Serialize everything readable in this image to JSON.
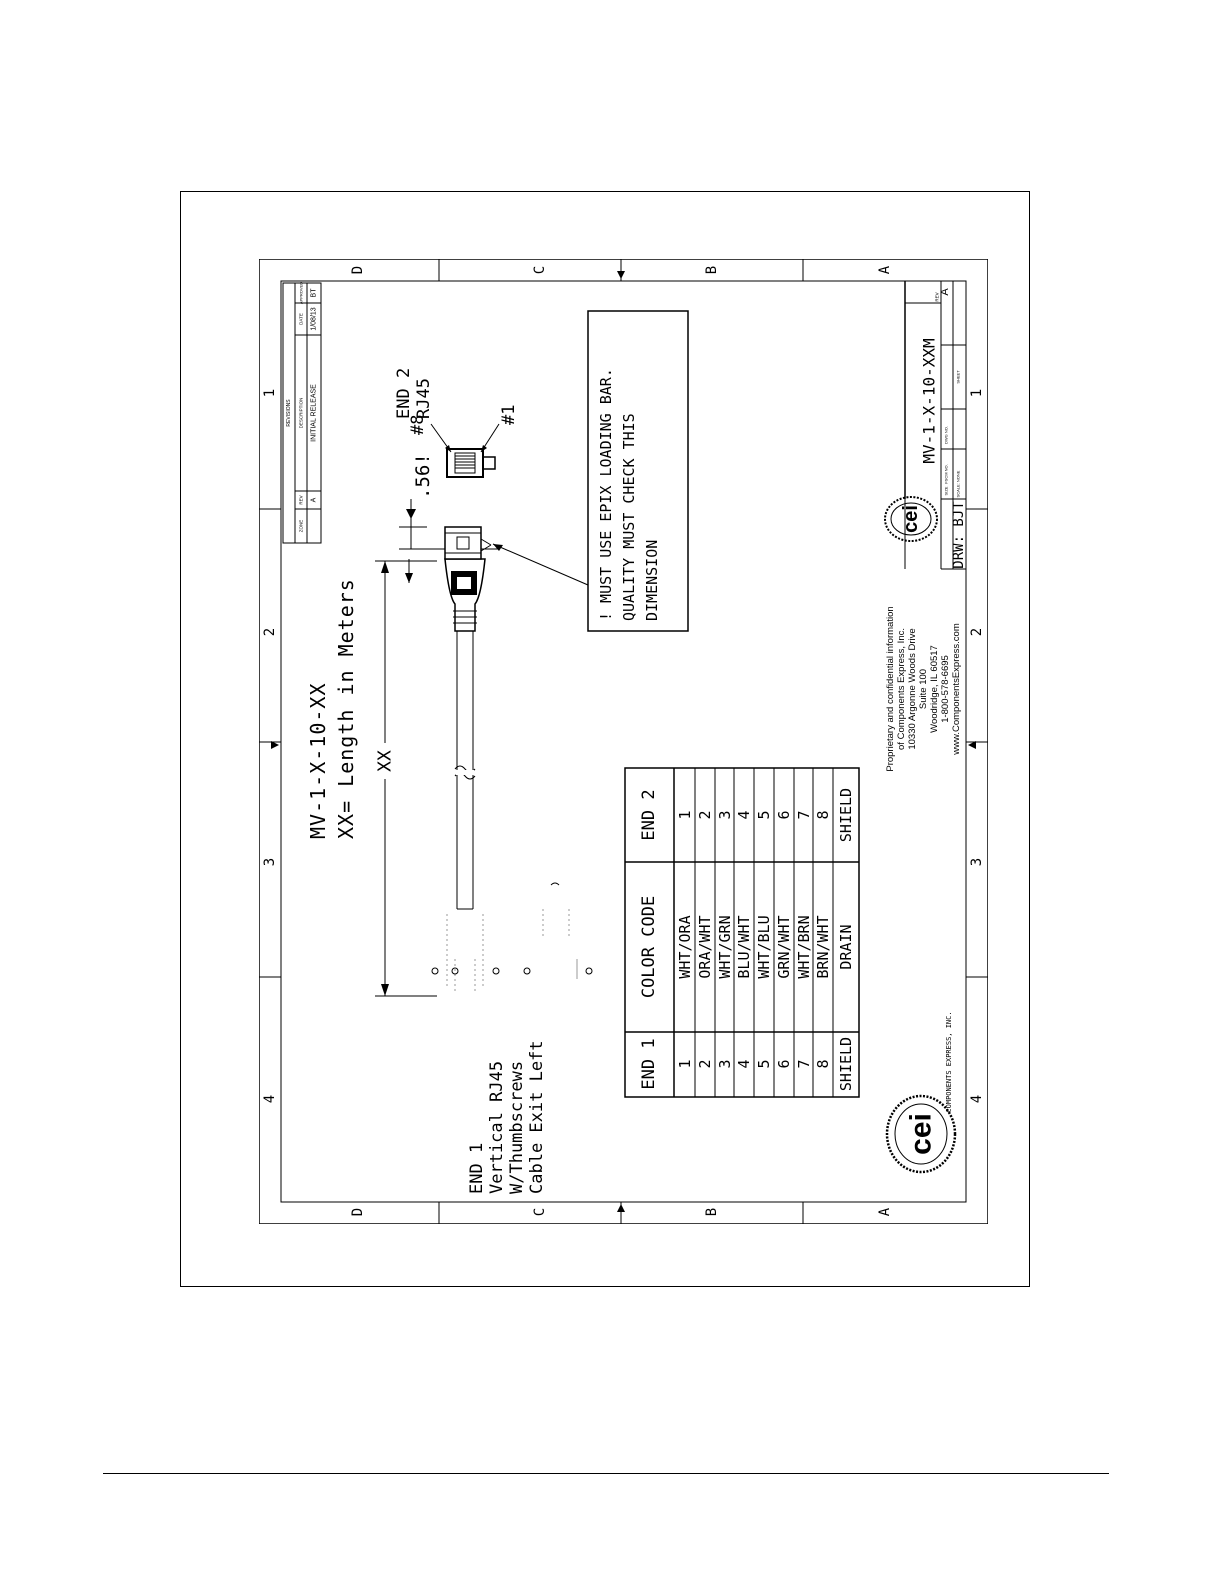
{
  "drawing": {
    "zone_letters": [
      "D",
      "C",
      "B",
      "A"
    ],
    "zone_numbers": [
      "1",
      "2",
      "3",
      "4"
    ],
    "title_lines": [
      "MV-1-X-10-XX",
      "XX= Length in Meters"
    ],
    "end1_lines": [
      "END 1",
      "Vertical RJ45",
      "W/Thumbscrews",
      "Cable Exit Left"
    ],
    "end2_lines": [
      "END 2",
      "RJ45"
    ],
    "pin_labels": [
      "#8",
      "#1"
    ],
    "dimension_label": ".56!",
    "length_label": "XX",
    "note_lines": [
      "! MUST USE EPIX LOADING BAR.",
      "QUALITY MUST CHECK THIS",
      "DIMENSION"
    ],
    "revision_block": {
      "header": "REVISIONS",
      "columns": [
        "ZONE",
        "REV",
        "DESCRIPTION",
        "DATE",
        "APPROVED"
      ],
      "row": [
        "",
        "A",
        "INITIAL RELEASE",
        "1/08/13",
        "BT"
      ]
    },
    "wire_table": {
      "headers": [
        "END 1",
        "COLOR CODE",
        "END 2"
      ],
      "rows": [
        [
          "1",
          "WHT/ORA",
          "1"
        ],
        [
          "2",
          "ORA/WHT",
          "2"
        ],
        [
          "3",
          "WHT/GRN",
          "3"
        ],
        [
          "4",
          "BLU/WHT",
          "4"
        ],
        [
          "5",
          "WHT/BLU",
          "5"
        ],
        [
          "6",
          "GRN/WHT",
          "6"
        ],
        [
          "7",
          "WHT/BRN",
          "7"
        ],
        [
          "8",
          "BRN/WHT",
          "8"
        ],
        [
          "SHIELD",
          "DRAIN",
          "SHIELD"
        ]
      ]
    },
    "company_block": {
      "lines": [
        "Proprietary and confidential information",
        "of Components Express, Inc.",
        "10330 Argonne Woods Drive",
        "Suite 100",
        "Woodridge, IL 60517",
        "1-800-578-6695",
        "www.ComponentsExpress.com"
      ],
      "logo_text": "cei",
      "company_name": "COMPONENTS EXPRESS, INC."
    },
    "title_block": {
      "part_number": "MV-1-X-10-XXM",
      "drawn_by": "DRW: BJT",
      "rev_label": "REV",
      "rev_value": "A",
      "field_labels": [
        "SIZE",
        "FSCM NO.",
        "DWG NO.",
        "SCALE: NONE",
        "SHEET"
      ]
    }
  }
}
